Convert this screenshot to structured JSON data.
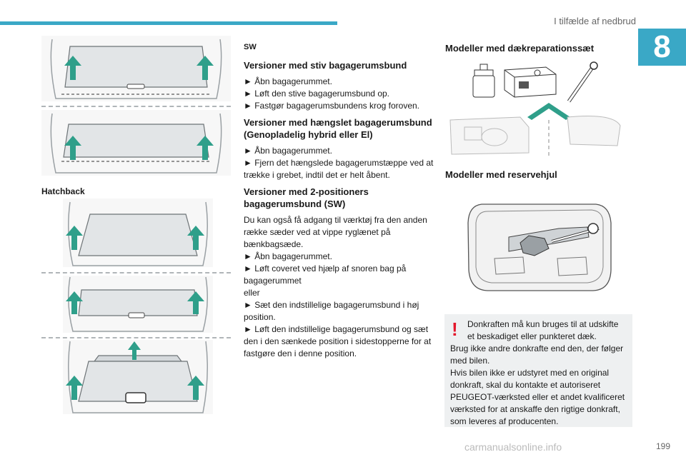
{
  "header": {
    "title": "I tilfælde af nedbrud",
    "chapter": "8"
  },
  "page_number": "199",
  "watermark": "carmanualsonline.info",
  "left_column": {
    "hatchback_label": "Hatchback"
  },
  "middle_column": {
    "sw_label": "SW",
    "sections": [
      {
        "heading": "Versioner med stiv bagagerumsbund",
        "lines": [
          "► Åbn bagagerummet.",
          "► Løft den stive bagagerumsbund op.",
          "► Fastgør bagagerumsbundens krog foroven."
        ]
      },
      {
        "heading": "Versioner med hængslet bagagerumsbund (Genopladelig hybrid eller El)",
        "lines": [
          "► Åbn bagagerummet.",
          "► Fjern det hængslede bagagerumstæppe ved at trække i grebet, indtil det er helt åbent."
        ]
      },
      {
        "heading": "Versioner med 2-positioners bagagerumsbund (SW)",
        "lines": [
          "Du kan også få adgang til værktøj fra den anden række sæder ved at vippe ryglænet på bænkbagsæde.",
          "► Åbn bagagerummet.",
          "► Løft coveret ved hjælp af snoren bag på bagagerummet",
          "eller",
          "► Sæt den indstillelige bagagerumsbund i høj position.",
          "► Løft den indstillelige bagagerumsbund og sæt den i den sænkede position i sidestopperne for at fastgøre den i denne position."
        ]
      }
    ]
  },
  "right_column": {
    "heading_repair": "Modeller med dækreparationssæt",
    "heading_spare": "Modeller med reservehjul",
    "warning": {
      "first": "Donkraften må kun bruges til at udskifte et beskadiget eller punkteret dæk.",
      "second": "Brug ikke andre donkrafte end den, der følger med bilen.",
      "third": "Hvis bilen ikke er udstyret med en original donkraft, skal du kontakte et autoriseret PEUGEOT-værksted eller et andet kvalificeret værksted for at anskaffe den rigtige donkraft, som leveres af producenten."
    }
  },
  "colors": {
    "accent": "#3aa8c6",
    "arrow": "#2f9f8a",
    "warning": "#e3162b"
  }
}
